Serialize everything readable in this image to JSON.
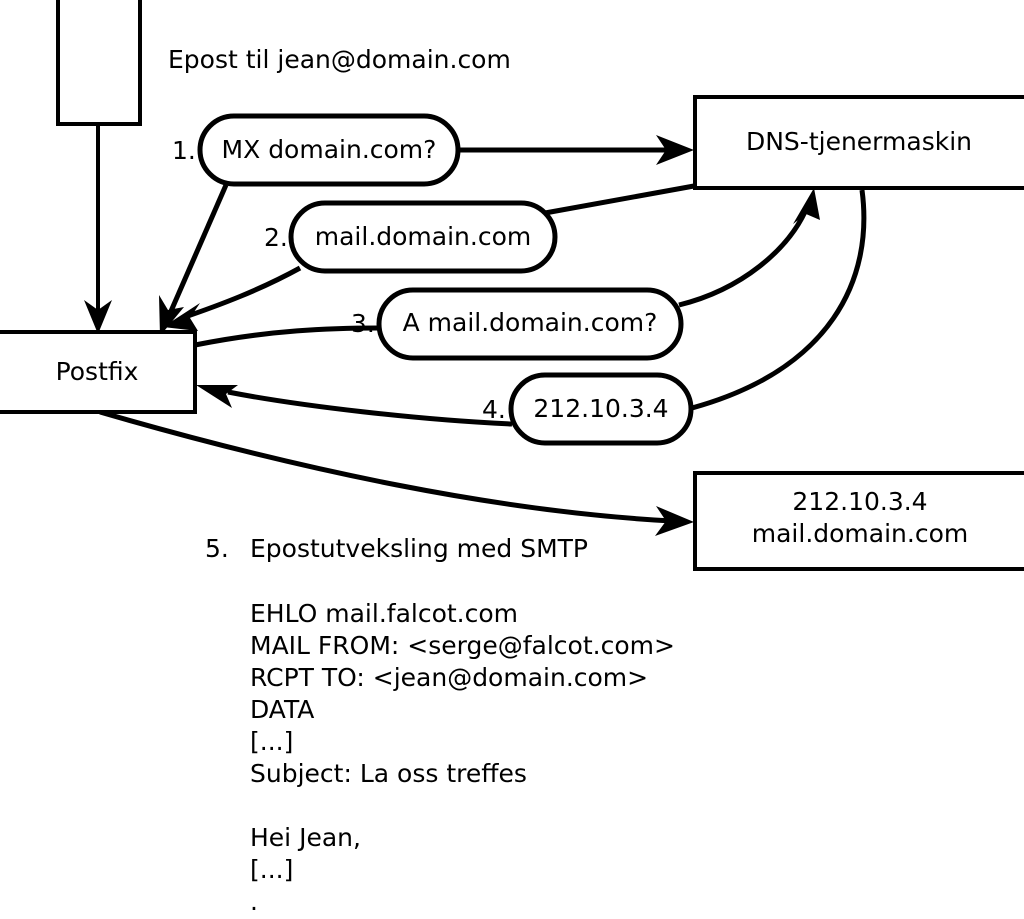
{
  "diagram": {
    "title_note": "Epost til jean@domain.com",
    "nodes": {
      "client_box": {
        "label": ""
      },
      "postfix": {
        "label": "Postfix"
      },
      "dns_server": {
        "label": "DNS-tjenermaskin"
      },
      "mail_server": {
        "line1": "212.10.3.4",
        "line2": "mail.domain.com"
      }
    },
    "steps": [
      {
        "number": "1.",
        "label": "MX domain.com?"
      },
      {
        "number": "2.",
        "label": "mail.domain.com"
      },
      {
        "number": "3.",
        "label": "A mail.domain.com?"
      },
      {
        "number": "4.",
        "label": "212.10.3.4"
      }
    ],
    "step5": {
      "number": "5.",
      "label": "Epostutveksling med SMTP"
    },
    "smtp_transcript": [
      "EHLO mail.falcot.com",
      "MAIL FROM: <serge@falcot.com>",
      "RCPT TO: <jean@domain.com>",
      "DATA",
      "[...]",
      "Subject: La oss treffes",
      "",
      "Hei Jean,",
      "[...]",
      "."
    ],
    "colors": {
      "stroke": "#000000",
      "fill": "#ffffff",
      "text": "#000000"
    }
  }
}
